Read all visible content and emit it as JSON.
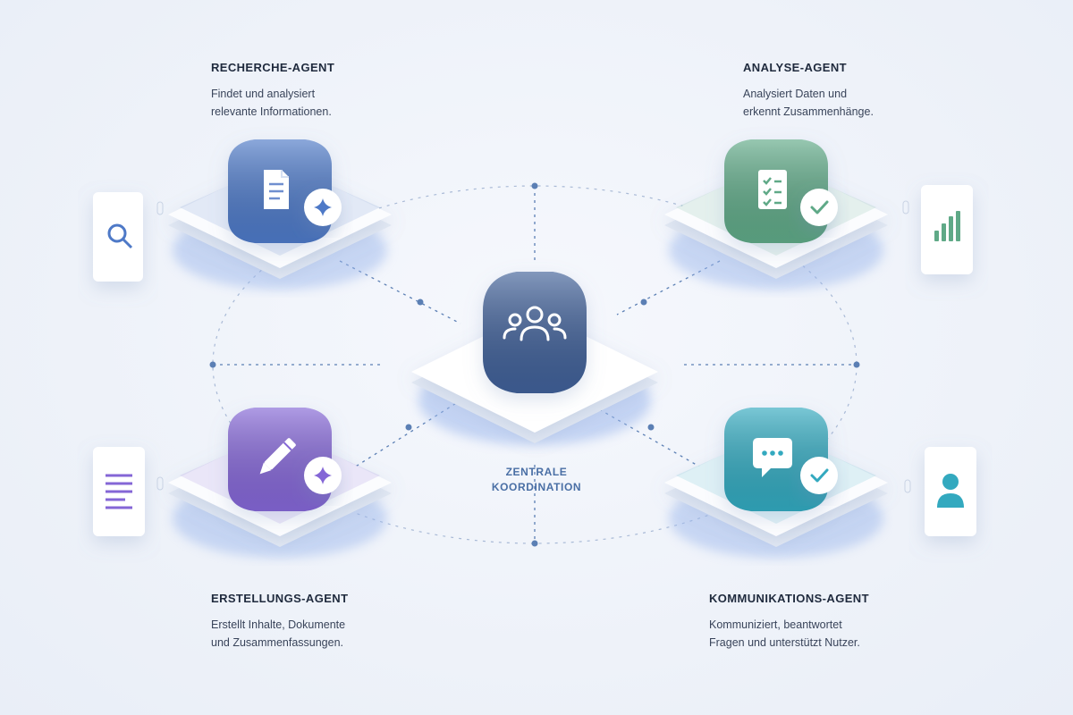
{
  "agents": [
    {
      "id": "research",
      "title": "RECHERCHE-AGENT",
      "description": "Findet und analysiert\nrelevante Informationen.",
      "color": "#4e79c7",
      "main_icon": "document-icon",
      "badge_icon": "sparkle-icon",
      "side_icon": "magnifier-icon"
    },
    {
      "id": "analysis",
      "title": "ANALYSE-AGENT",
      "description": "Analysiert Daten und\nerkennt Zusammenhänge.",
      "color": "#5fa987",
      "main_icon": "checklist-icon",
      "badge_icon": "checkmark-icon",
      "side_icon": "bar-chart-icon"
    },
    {
      "id": "creation",
      "title": "ERSTELLUNGS-AGENT",
      "description": "Erstellt Inhalte, Dokumente\nund Zusammenfassungen.",
      "color": "#8466d6",
      "main_icon": "pencil-icon",
      "badge_icon": "sparkle-icon",
      "side_icon": "text-lines-icon"
    },
    {
      "id": "communication",
      "title": "KOMMUNIKATIONS-AGENT",
      "description": "Kommuniziert, beantwortet\nFragen und unterstützt Nutzer.",
      "color": "#33a9bf",
      "main_icon": "chat-bubble-icon",
      "badge_icon": "checkmark-icon",
      "side_icon": "user-icon"
    }
  ],
  "center": {
    "label": "ZENTRALE\nKOORDINATION",
    "color": "#3f6198",
    "icon": "people-group-icon"
  },
  "colors": {
    "connector": "#5b7fb4",
    "ellipse": "#a9bad6",
    "tile": "#fbfcfe",
    "glow": "#9db8ec"
  }
}
